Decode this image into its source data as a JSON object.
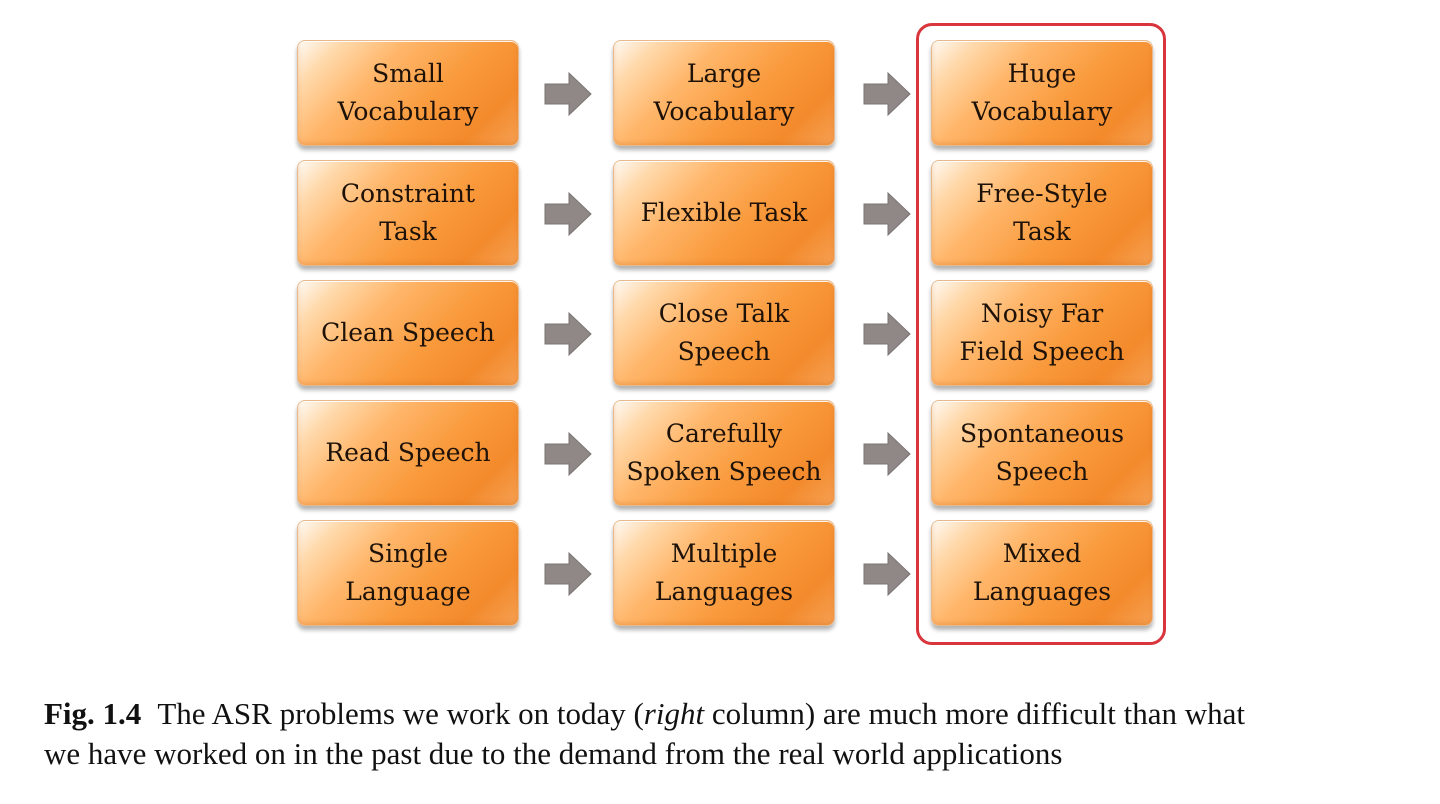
{
  "diagram": {
    "highlight_color": "#d8353d",
    "box_color": "#f99a3c",
    "arrow_color": "#8f8886",
    "rows": [
      [
        "Small\nVocabulary",
        "Large\nVocabulary",
        "Huge\nVocabulary"
      ],
      [
        "Constraint\nTask",
        "Flexible Task",
        "Free-Style\nTask"
      ],
      [
        "Clean Speech",
        "Close Talk\nSpeech",
        "Noisy Far\nField Speech"
      ],
      [
        "Read Speech",
        "Carefully\nSpoken Speech",
        "Spontaneous\nSpeech"
      ],
      [
        "Single\nLanguage",
        "Multiple\nLanguages",
        "Mixed\nLanguages"
      ]
    ]
  },
  "caption": {
    "number": "Fig. 1.4",
    "text_before": "The ASR problems we work on today (",
    "emphasis": "right",
    "text_after": " column) are much more difficult than what\nwe have worked on in the past due to the demand from the real world applications"
  }
}
